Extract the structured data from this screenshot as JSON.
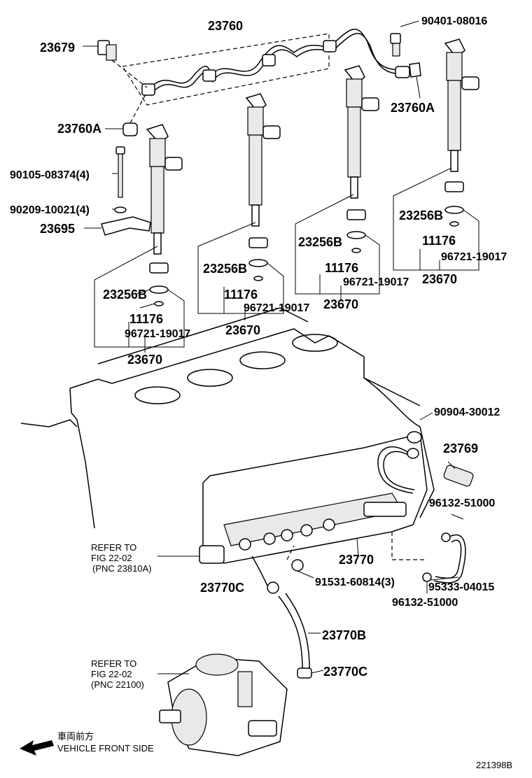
{
  "labels": {
    "p23760": "23760",
    "p23679": "23679",
    "p90401": "90401-08016",
    "p23760A_top": "23760A",
    "p23760A_left": "23760A",
    "p90105": "90105-08374(4)",
    "p90209": "90209-10021(4)",
    "p23695": "23695",
    "g1_23256B": "23256B",
    "g1_11176": "11176",
    "g1_96721": "96721-19017",
    "g1_23670": "23670",
    "g2_23256B": "23256B",
    "g2_11176": "11176",
    "g2_96721": "96721-19017",
    "g2_23670": "23670",
    "g3_23256B": "23256B",
    "g3_11176": "11176",
    "g3_96721": "96721-19017",
    "g3_23670": "23670",
    "g4_23256B": "23256B",
    "g4_11176": "11176",
    "g4_96721": "96721-19017",
    "g4_23670": "23670",
    "p90904": "90904-30012",
    "p23769": "23769",
    "p96132_a": "96132-51000",
    "p23770": "23770",
    "p91531": "91531-60814(3)",
    "p95333": "95333-04015",
    "p96132_b": "96132-51000",
    "p23770C_a": "23770C",
    "p23770B": "23770B",
    "p23770C_b": "23770C"
  },
  "refs": {
    "ref1_line1": "REFER TO",
    "ref1_line2": "FIG 22-02",
    "ref1_line3": "(PNC 23810A)",
    "ref2_line1": "REFER TO",
    "ref2_line2": "FIG 22-02",
    "ref2_line3": "(PNC 22100)"
  },
  "direction": {
    "jp": "車両前方",
    "en": "VEHICLE FRONT SIDE"
  },
  "figure_id": "221398B"
}
